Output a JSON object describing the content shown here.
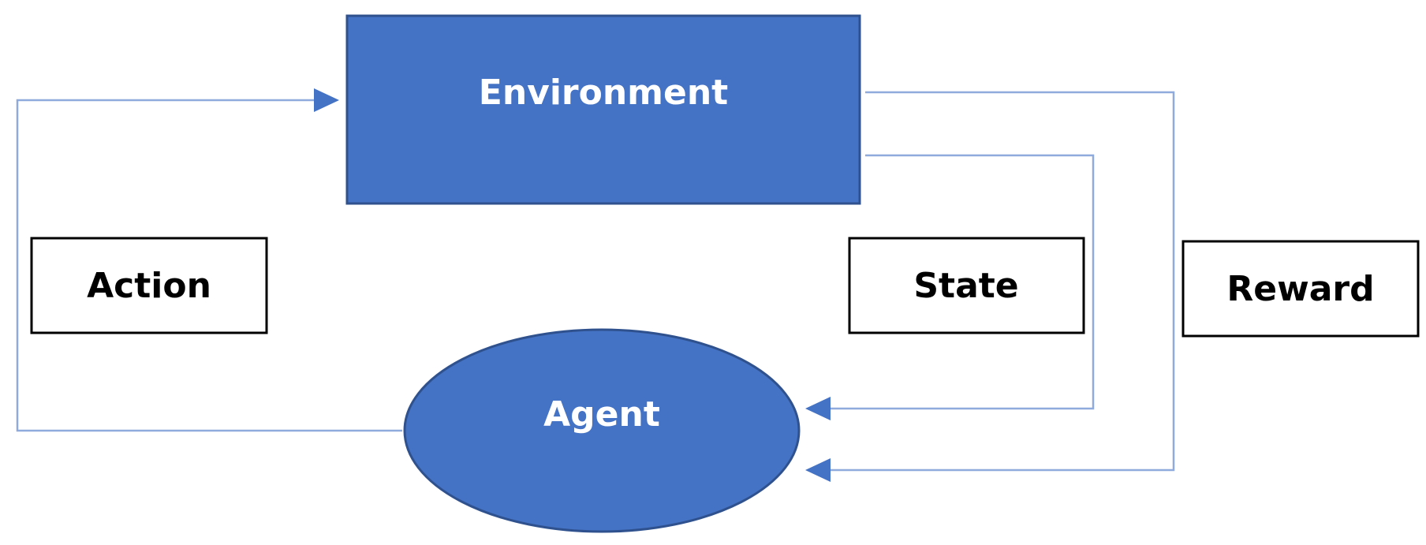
{
  "nodes": {
    "environment": {
      "label": "Environment"
    },
    "agent": {
      "label": "Agent"
    }
  },
  "labels": {
    "action": "Action",
    "state": "State",
    "reward": "Reward"
  },
  "colors": {
    "node_fill": "#4472C4",
    "node_border": "#2F528F",
    "connector": "#8FAADC",
    "arrowhead": "#4472C4",
    "label_border": "#000000"
  }
}
